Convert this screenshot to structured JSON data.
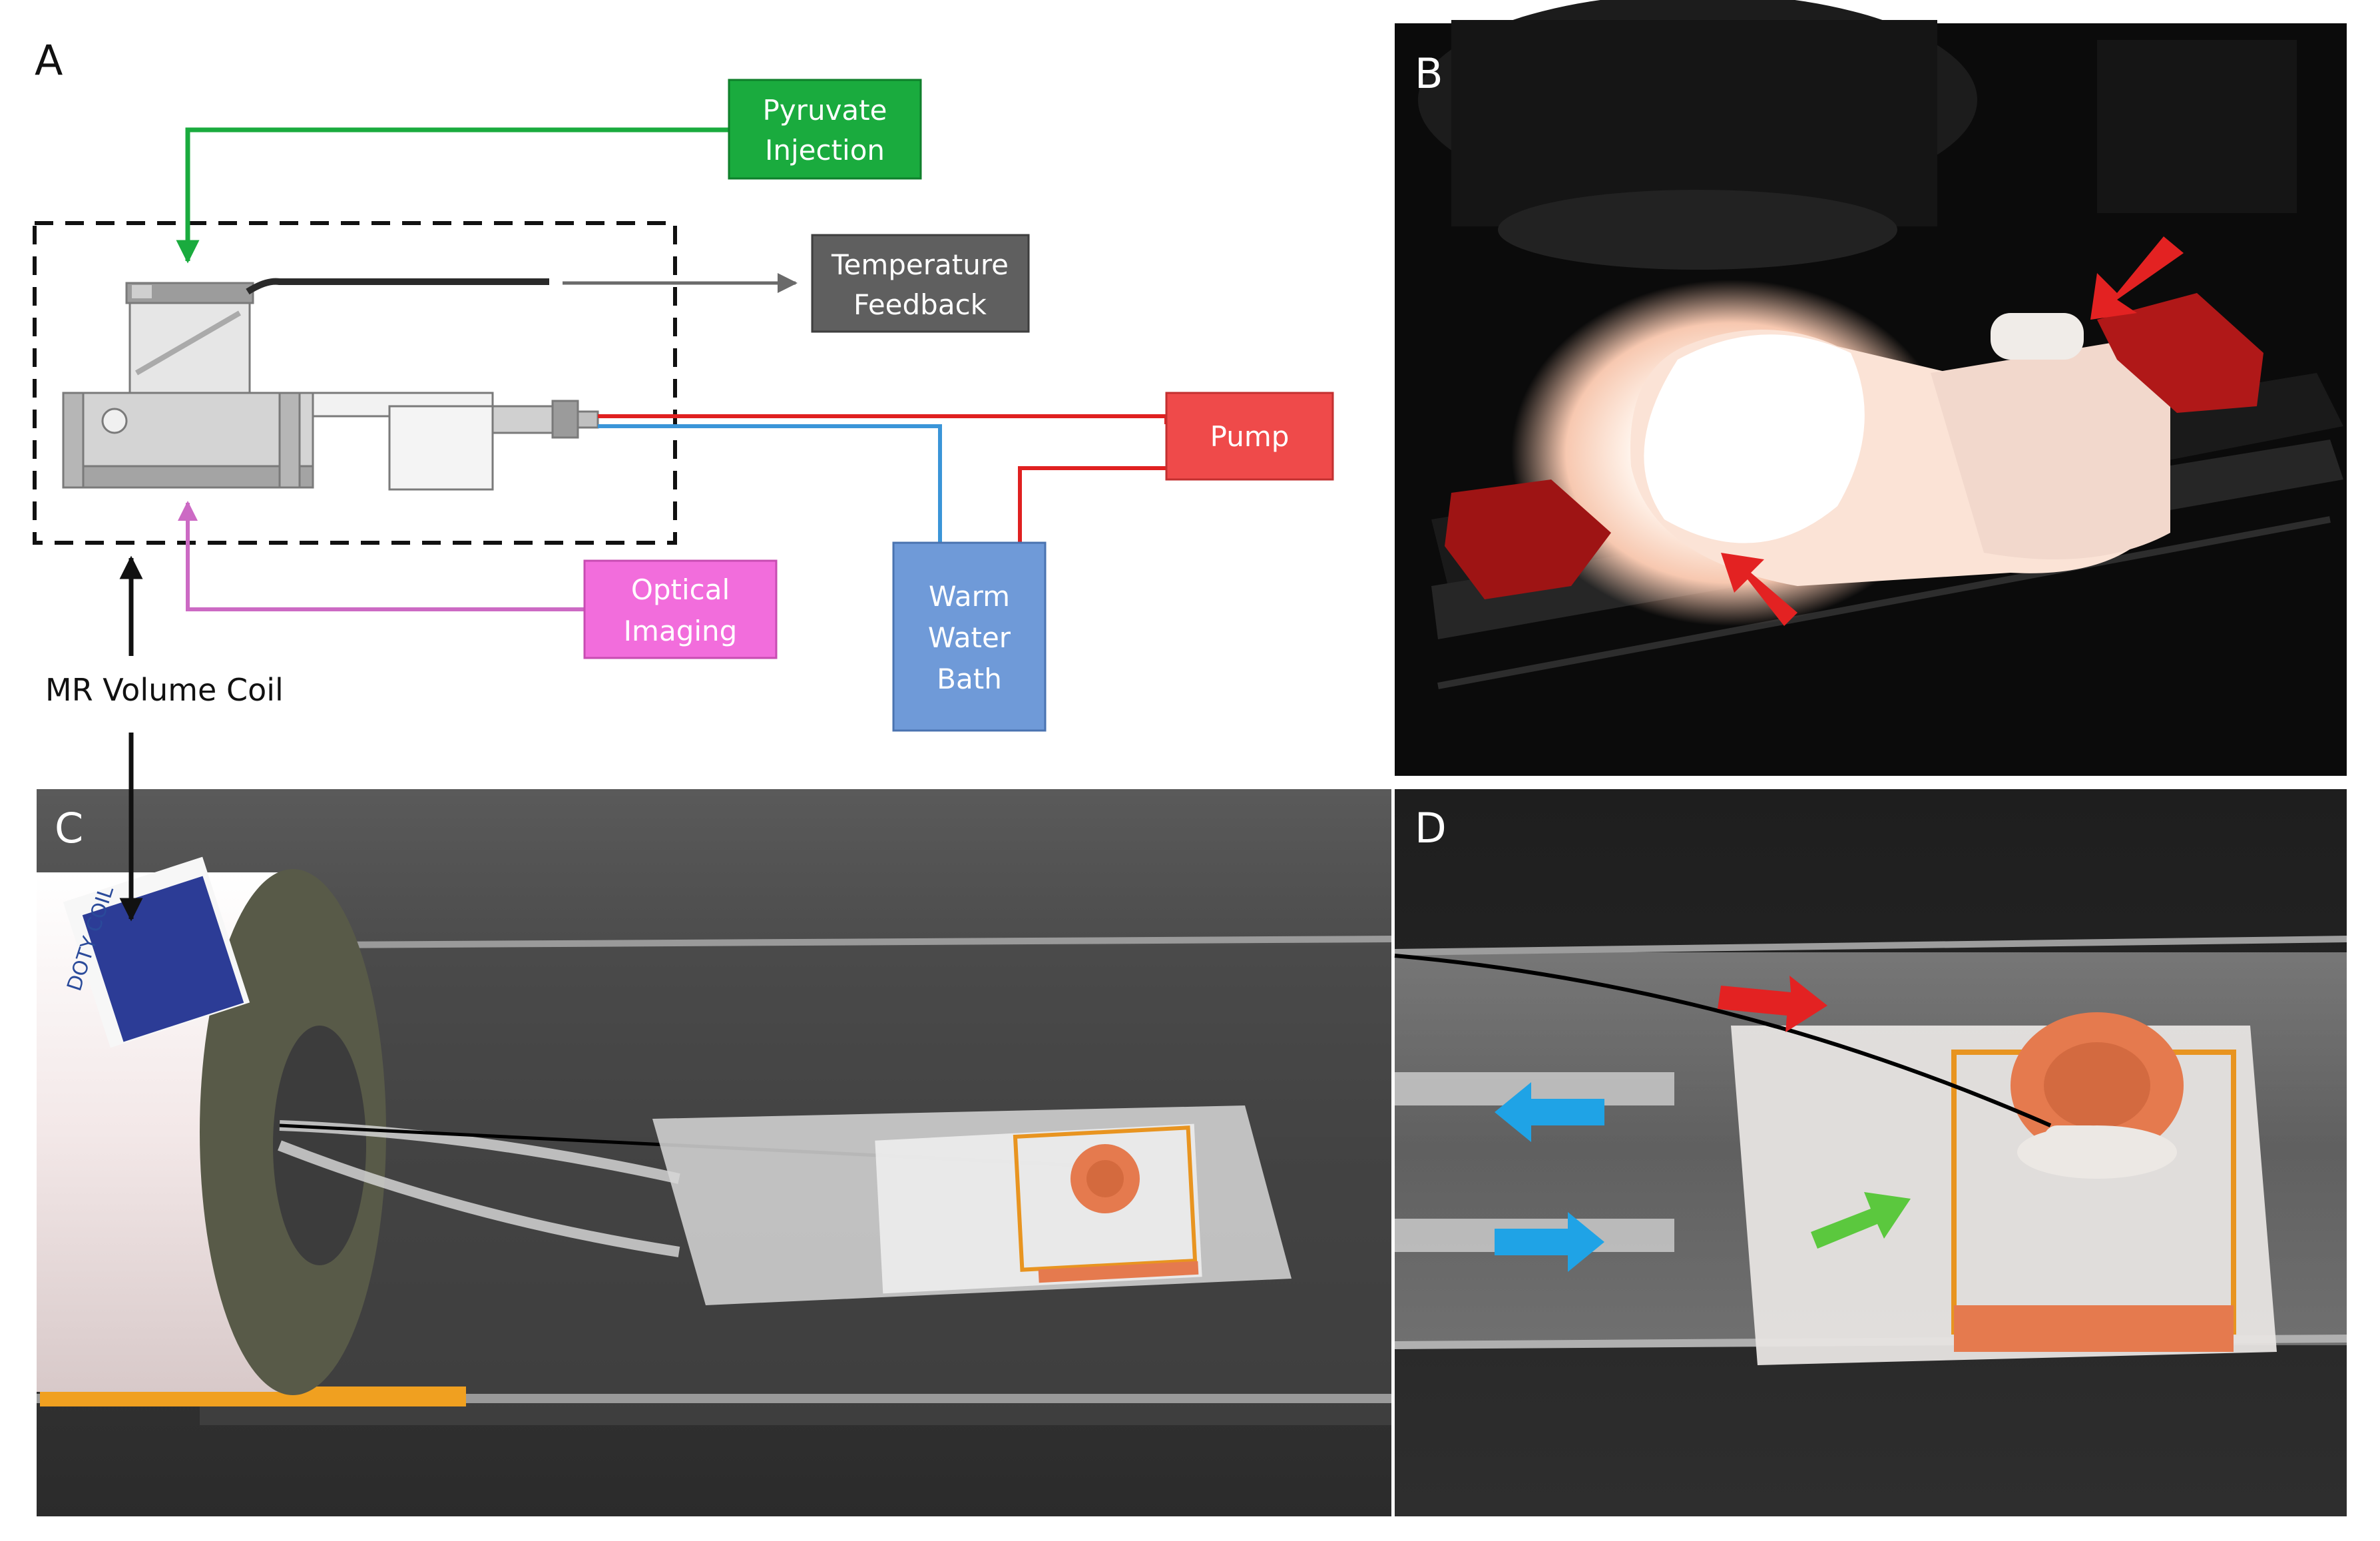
{
  "panels": {
    "a": {
      "label": "A"
    },
    "b": {
      "label": "B"
    },
    "c": {
      "label": "C"
    },
    "d": {
      "label": "D"
    }
  },
  "diagram": {
    "pyruvate": [
      "Pyruvate",
      "Injection"
    ],
    "temperature": [
      "Temperature",
      "Feedback"
    ],
    "pump": "Pump",
    "optical": [
      "Optical",
      "Imaging"
    ],
    "bath": [
      "Warm",
      "Water",
      "Bath"
    ],
    "coil_label": "MR Volume Coil"
  },
  "colors": {
    "pyruvate_box": "#1aab3e",
    "temperature_box": "#5f5f5f",
    "pump_box": "#ef4a4a",
    "optical_box": "#f26ddc",
    "bath_box": "#6f9ad8",
    "red_line": "#e02020",
    "blue_line": "#3a95d8",
    "pink_line": "#cc6ac4",
    "green_line": "#1aab3e",
    "arrow_red": "#e32222",
    "arrow_blue": "#1fa3e6",
    "arrow_green": "#5bc83e",
    "coil_color": "#f2ecec",
    "cap_color": "#e57a4e"
  },
  "photo_c": {
    "coil_text": "DOTY COIL"
  },
  "icons": [
    "red-arrow-icon",
    "blue-arrow-icon",
    "green-arrow-icon",
    "black-arrow-icon"
  ]
}
